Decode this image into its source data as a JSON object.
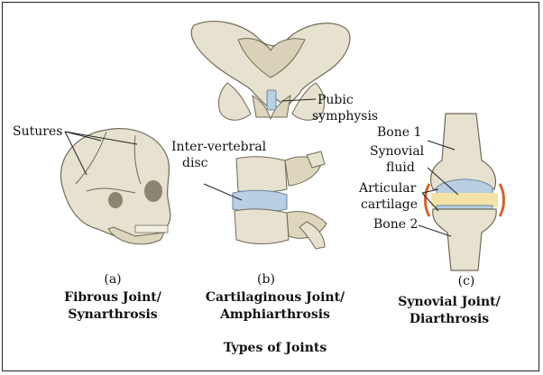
{
  "pelvis_label": {
    "line1": "Pubic",
    "line2": "symphysis"
  },
  "skull_label": "Sutures",
  "spine_label": {
    "line1": "Inter-vertebral",
    "line2": "disc"
  },
  "knee_labels": {
    "bone1": "Bone 1",
    "synovial": {
      "line1": "Synovial",
      "line2": "fluid"
    },
    "articular": {
      "line1": "Articular",
      "line2": "cartilage"
    },
    "bone2": "Bone 2"
  },
  "panels": [
    {
      "letter": "(a)",
      "title_line1": "Fibrous Joint/",
      "title_line2": "Synarthrosis"
    },
    {
      "letter": "(b)",
      "title_line1": "Cartilaginous Joint/",
      "title_line2": "Amphiarthrosis"
    },
    {
      "letter": "(c)",
      "title_line1": "Synovial Joint/",
      "title_line2": "Diarthrosis"
    }
  ],
  "figure_title": "Types of Joints",
  "colors": {
    "bone": "#e6e2cf",
    "bone_shade": "#cfc8ad",
    "cartilage": "#b9cfe3",
    "synovial": "#f3e3a6",
    "capsule": "#d9622b"
  }
}
